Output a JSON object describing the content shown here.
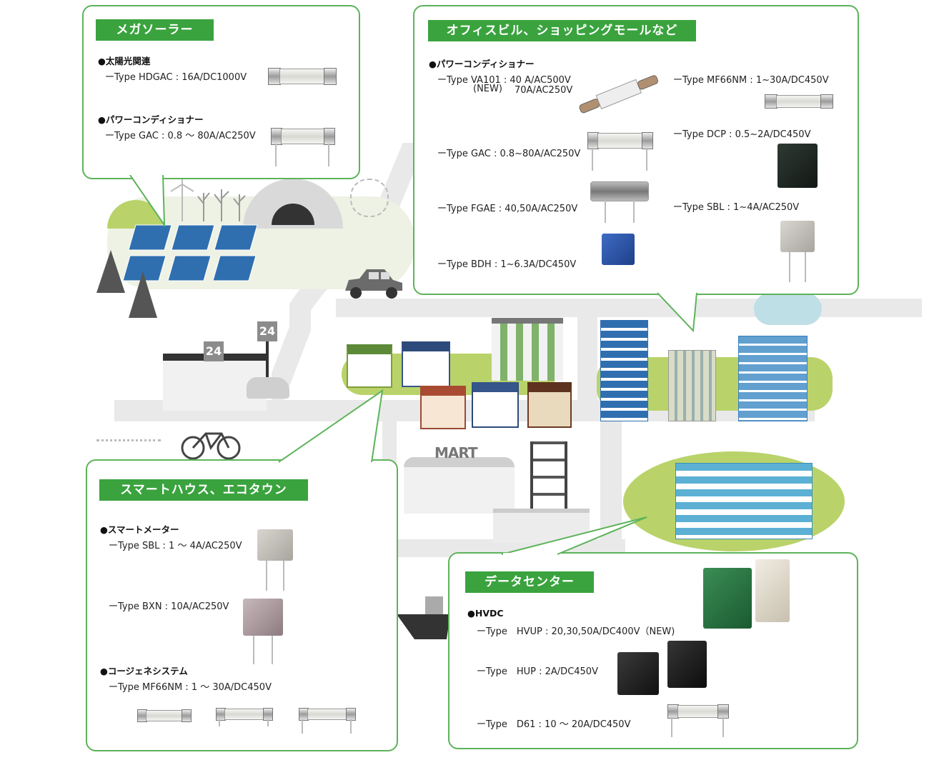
{
  "map": {
    "store_sign": "24",
    "store_sign_small": "24",
    "mart_sign": "MART"
  },
  "mega_solar": {
    "title": "メガソーラー",
    "sections": [
      {
        "heading": "●太陽光関連",
        "items": [
          "ーType HDGAC : 16A/DC1000V"
        ]
      },
      {
        "heading": "●パワーコンディショナー",
        "items": [
          "ーType GAC : 0.8 ～ 80A/AC250V"
        ]
      }
    ]
  },
  "office": {
    "title": "オフィスビル、ショッピングモールなど",
    "heading": "●パワーコンディショナー",
    "left_items": {
      "va101_line1": "ーType VA101 : 40 A/AC500V",
      "va101_new": "(NEW)",
      "va101_line2": "70A/AC250V",
      "gac": "ーType GAC : 0.8~80A/AC250V",
      "fgae": "ーType FGAE : 40,50A/AC250V",
      "bdh": "ーType BDH : 1~6.3A/DC450V"
    },
    "right_items": {
      "mf66nm": "ーType MF66NM : 1~30A/DC450V",
      "dcp": "ーType DCP : 0.5~2A/DC450V",
      "sbl": "ーType SBL : 1~4A/AC250V"
    }
  },
  "smart_house": {
    "title": "スマートハウス、エコタウン",
    "smart_meter_heading": "●スマートメーター",
    "sbl": "ーType SBL : 1 ～ 4A/AC250V",
    "bxn": "ーType BXN : 10A/AC250V",
    "cogen_heading": "●コージェネシステム",
    "mf66nm": "ーType MF66NM : 1 ～ 30A/DC450V"
  },
  "data_center": {
    "title": "データセンター",
    "heading": "●HVDC",
    "hvup": "ーType　HVUP : 20,30,50A/DC400V（NEW)",
    "hup": "ーType　HUP : 2A/DC450V",
    "d61": "ーType　D61 : 10 ～ 20A/DC450V"
  },
  "colors": {
    "accent_green": "#3aa33e",
    "panel_border": "#5db35a",
    "strip_green": "#b9d36a",
    "road": "#e9e9ea",
    "building_blue": "#2f6fb0"
  },
  "icons": [
    "solar-panel-icon",
    "tree-icon",
    "wind-turbine-icon",
    "car-icon",
    "bicycle-icon",
    "house-icon",
    "building-icon",
    "factory-tower-icon",
    "ship-icon",
    "fuse-icon"
  ]
}
